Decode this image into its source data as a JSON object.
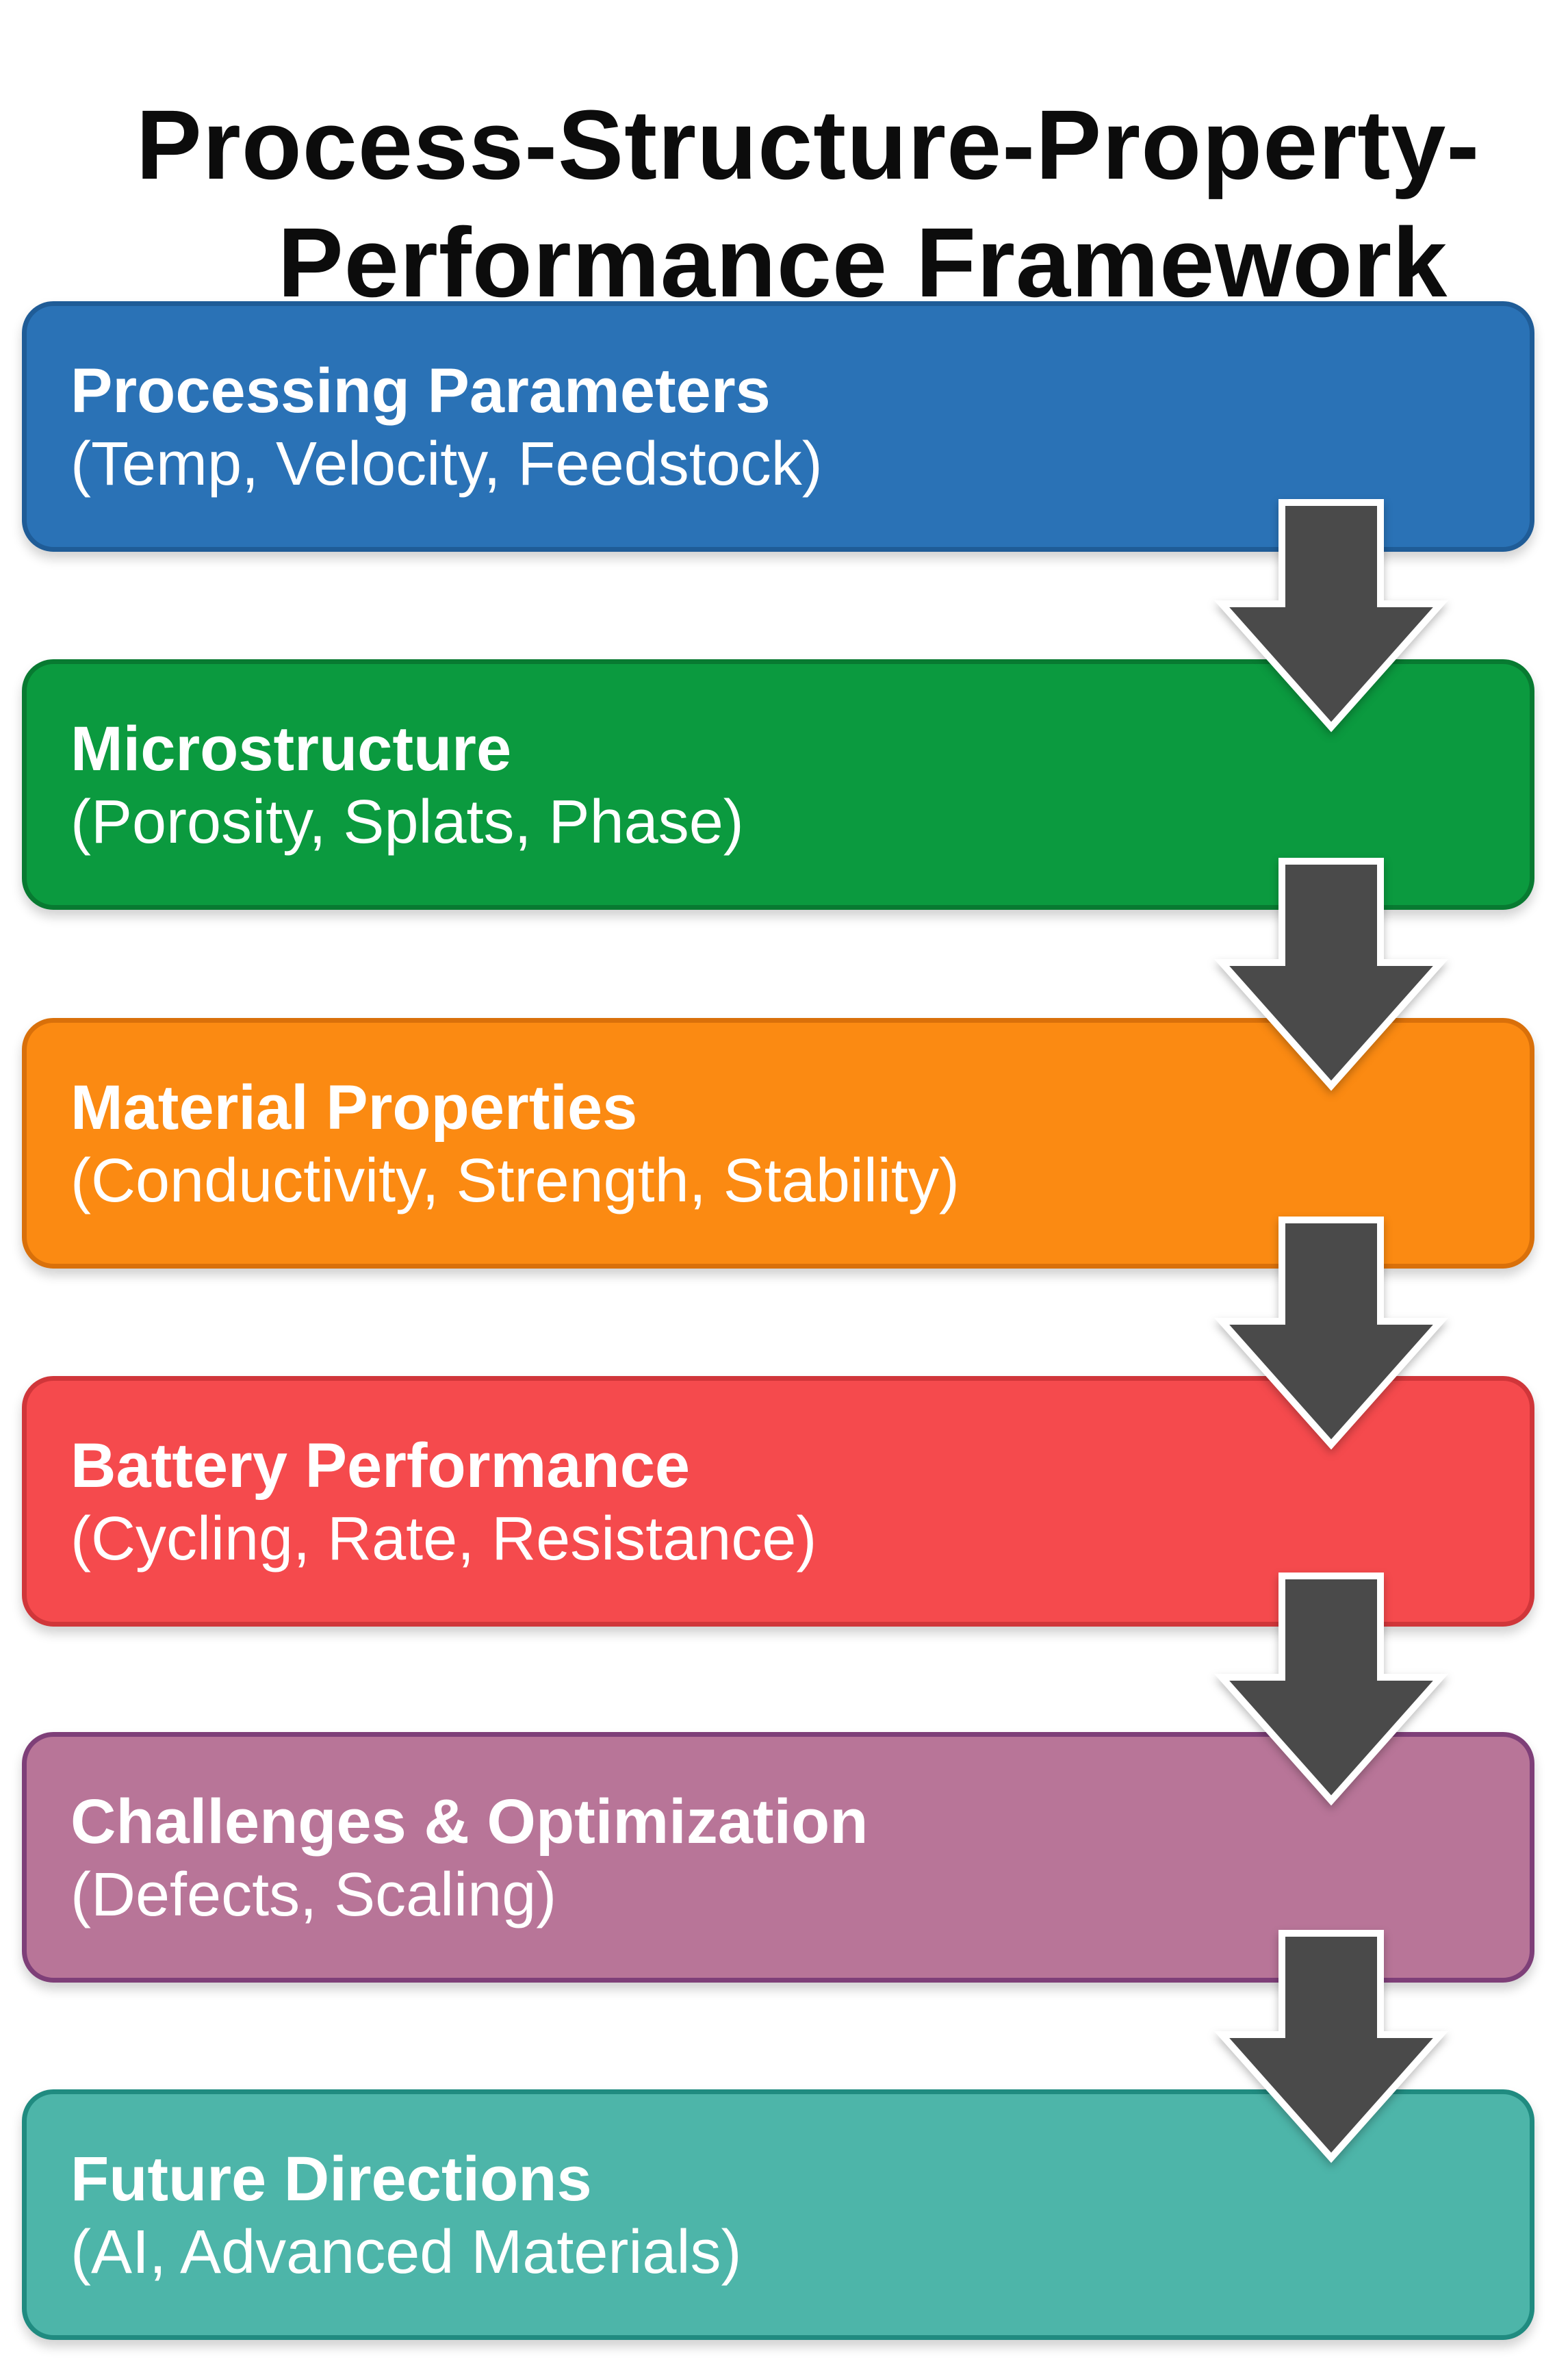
{
  "title": {
    "line1": "Process-Structure-Property-",
    "line2": "Performance  Framework"
  },
  "colors": {
    "arrow": "#4a4a4a",
    "arrow_outline": "#ffffff"
  },
  "stages": [
    {
      "heading": "Processing Parameters",
      "details": "(Temp, Velocity, Feedstock)",
      "color": "#2a72b6",
      "border": "#1f5c97"
    },
    {
      "heading": "Microstructure",
      "details": "(Porosity, Splats, Phase)",
      "color": "#0b9a3f",
      "border": "#087a31"
    },
    {
      "heading": "Material Properties",
      "details": "(Conductivity, Strength, Stability)",
      "color": "#fb8a12",
      "border": "#d9700a"
    },
    {
      "heading": "Battery Performance",
      "details": "(Cycling, Rate, Resistance)",
      "color": "#f54a4d",
      "border": "#d0363a"
    },
    {
      "heading": "Challenges & Optimization",
      "details": "(Defects, Scaling)",
      "color": "#b87598",
      "border": "#7e3f78"
    },
    {
      "heading": "Future Directions",
      "details": "(AI, Advanced Materials)",
      "color": "#4db5a9",
      "border": "#208b80"
    }
  ]
}
